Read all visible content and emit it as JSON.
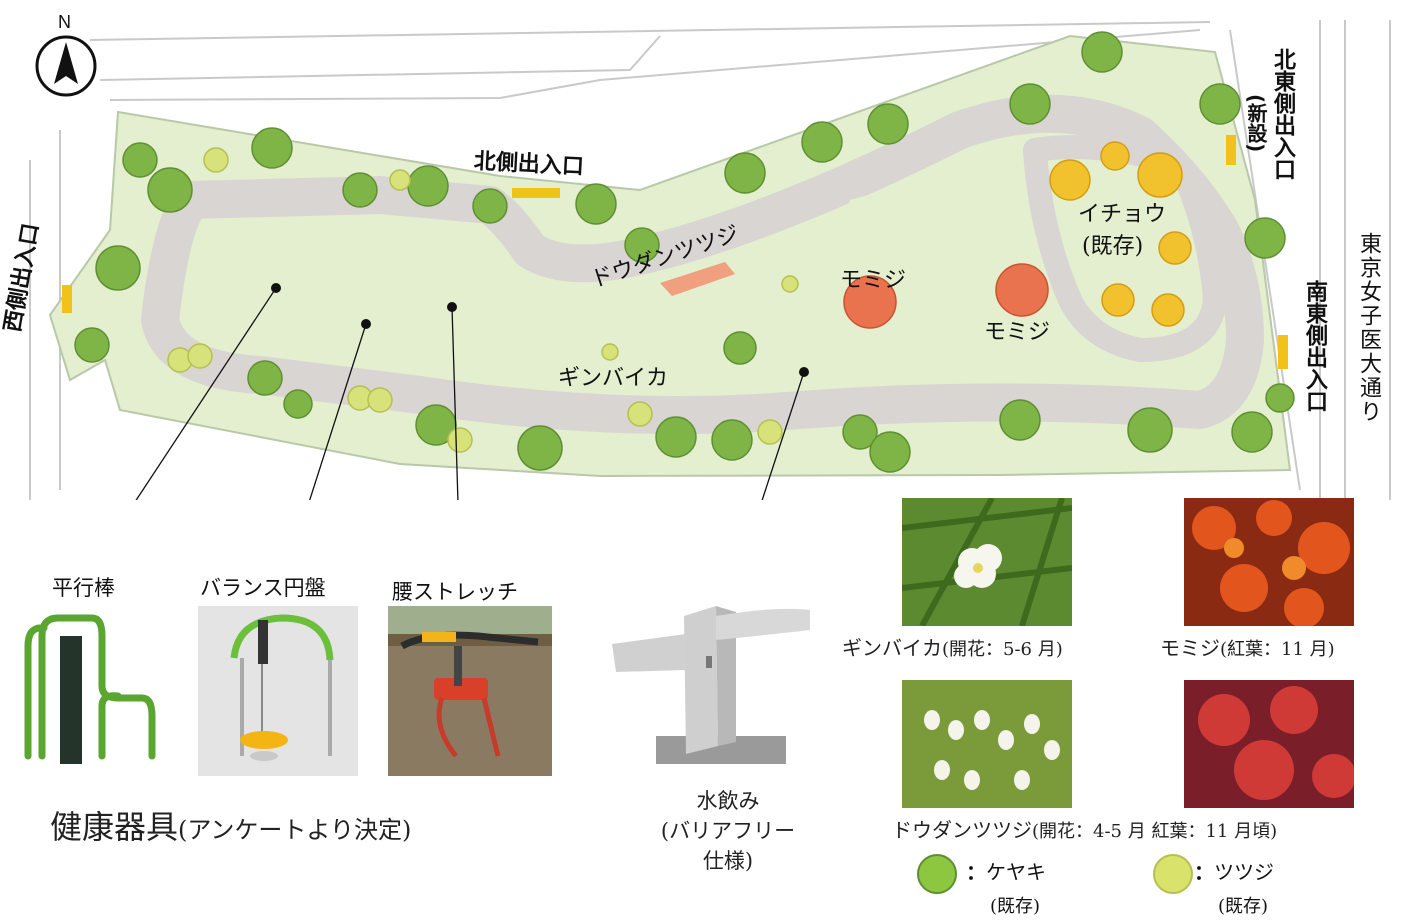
{
  "compass": {
    "letter": "N"
  },
  "road": {
    "name": "東京女子医大通り"
  },
  "entrances": {
    "north": "北側出入口",
    "west": "西側出入口",
    "northeast": "北東側出入口",
    "northeast_note": "(新設)",
    "southeast": "南東側出入口"
  },
  "map_labels": {
    "icho": "イチョウ",
    "icho_note": "(既存)",
    "momiji_1": "モミジ",
    "momiji_2": "モミジ",
    "dodan": "ドウダンツツジ",
    "ginbaika": "ギンバイカ"
  },
  "equipment": {
    "heading": "健康器具",
    "heading_note": "(アンケートより決定)",
    "items": [
      {
        "label": "平行棒"
      },
      {
        "label": "バランス円盤"
      },
      {
        "label": "腰ストレッチ"
      }
    ]
  },
  "fountain": {
    "label_line1": "水飲み",
    "label_line2": "(バリアフリー",
    "label_line3": "仕様)"
  },
  "plants": [
    {
      "name": "ギンバイカ",
      "note": "(開花：5-6 月)"
    },
    {
      "name": "モミジ",
      "note": "(紅葉：11 月)"
    },
    {
      "name": "ドウダンツツジ",
      "note": "(開花：4-5 月 紅葉：11 月頃)"
    }
  ],
  "legend": [
    {
      "name": "ケヤキ",
      "note": "(既存)",
      "color": "#8dc63f"
    },
    {
      "name": "ツツジ",
      "note": "(既存)",
      "color": "#d9e26a"
    }
  ],
  "colors": {
    "lawn": "#e3efcf",
    "path": "#dedbd8",
    "tree": "#7fb547",
    "shrub": "#d8e27a",
    "ginkgo": "#f2c12e",
    "maple": "#e9734e"
  }
}
